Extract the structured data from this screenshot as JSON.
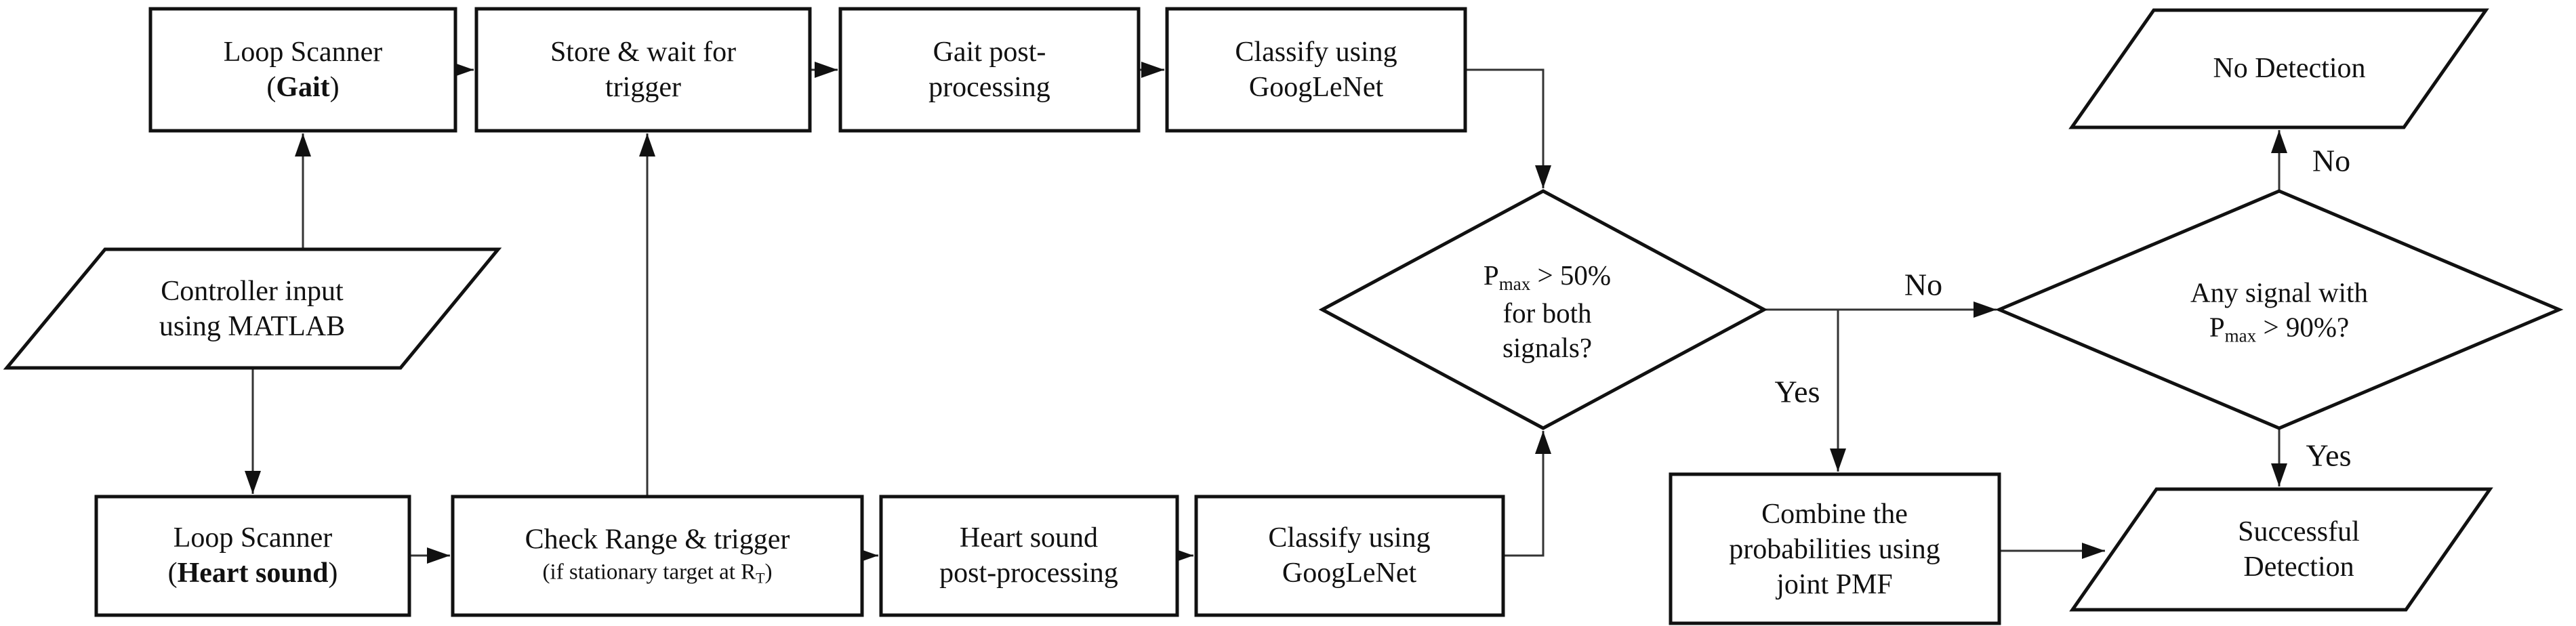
{
  "figure": {
    "type": "flowchart",
    "background": "#ffffff",
    "stroke_color": "#111111",
    "fill_color": "#ffffff"
  },
  "nodes": {
    "loop_gait": {
      "line1": "Loop Scanner",
      "line2_pre": "(",
      "line2_bold": "Gait",
      "line2_post": ")"
    },
    "store_wait": {
      "line1": "Store & wait for",
      "line2": "trigger"
    },
    "gait_post": {
      "line1": "Gait post-",
      "line2": "processing"
    },
    "classify_gait": {
      "line1": "Classify using",
      "line2": "GoogLeNet"
    },
    "controller": {
      "line1": "Controller input",
      "line2": "using MATLAB"
    },
    "loop_heart": {
      "line1": "Loop Scanner",
      "line2_pre": "(",
      "line2_bold": "Heart sound",
      "line2_post": ")"
    },
    "check_range": {
      "line1": "Check Range & trigger",
      "line2_pre": "(if stationary target at R",
      "line2_sub": "T",
      "line2_post": ")"
    },
    "heart_post": {
      "line1": "Heart sound",
      "line2": "post-processing"
    },
    "classify_heart": {
      "line1": "Classify using",
      "line2": "GoogLeNet"
    },
    "decision_50": {
      "line1_pre": "P",
      "line1_sub": "max",
      "line1_post": " > 50%",
      "line2": "for both",
      "line3": "signals?"
    },
    "decision_90": {
      "line1": "Any signal with",
      "line2_pre": "P",
      "line2_sub": "max",
      "line2_post": " > 90%?"
    },
    "no_detection": {
      "line1": "No Detection"
    },
    "combine": {
      "line1": "Combine the",
      "line2": "probabilities using",
      "line3": "joint PMF"
    },
    "success": {
      "line1": "Successful",
      "line2": "Detection"
    }
  },
  "labels": {
    "branch_no": "No",
    "branch_yes": "Yes",
    "detect_no": "No",
    "detect_yes": "Yes"
  }
}
